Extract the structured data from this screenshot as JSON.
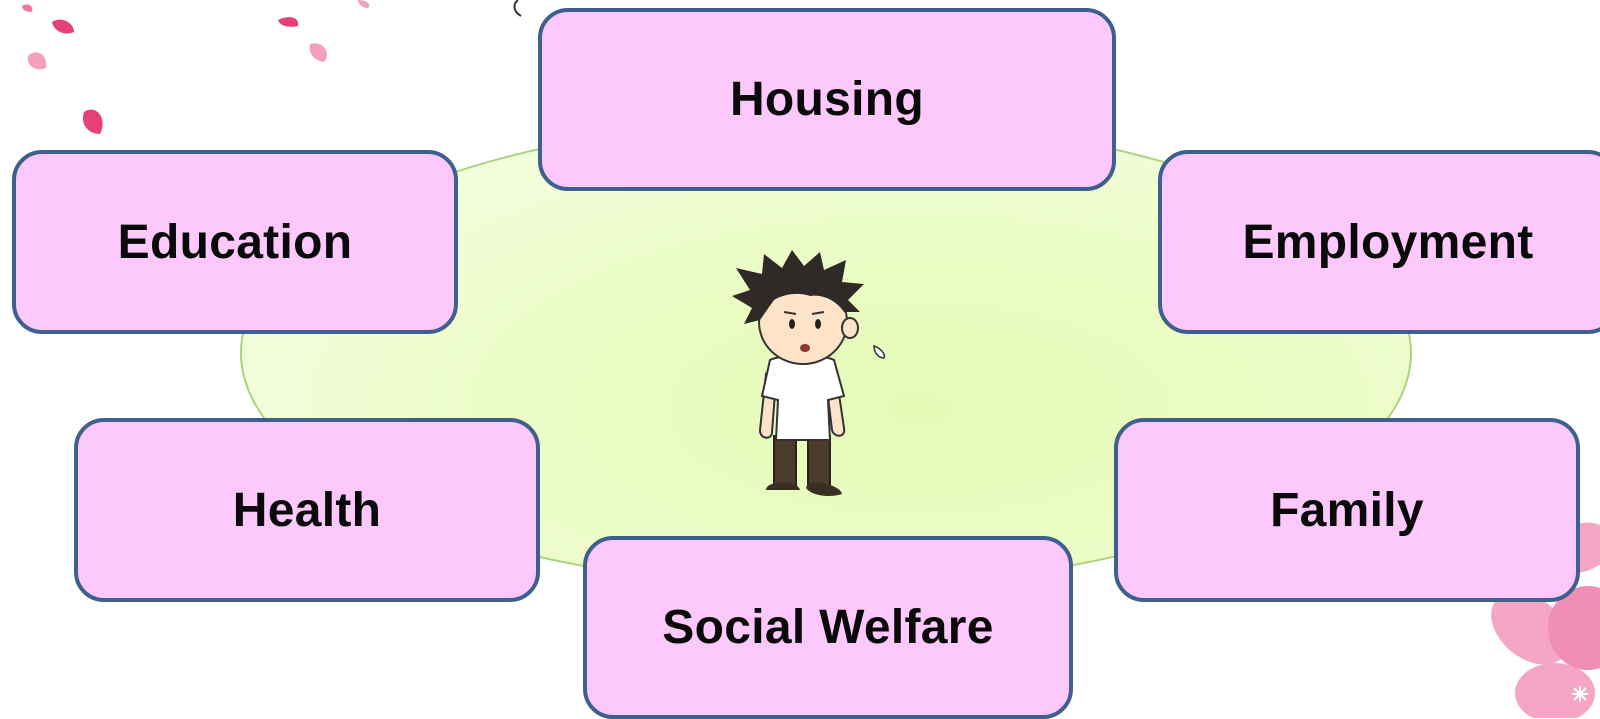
{
  "diagram": {
    "topics": {
      "housing": "Housing",
      "education": "Education",
      "employment": "Employment",
      "health": "Health",
      "family": "Family",
      "social_welfare": "Social Welfare"
    }
  },
  "colors": {
    "box_fill": "#fdc9fd",
    "box_border": "#3f5f8e",
    "ellipse_fill": "#e4fbb6",
    "petal_pink": "#e5407a"
  },
  "icons": [
    "person-illustration",
    "cherry-blossom-petal",
    "cherry-blossom-flower"
  ]
}
